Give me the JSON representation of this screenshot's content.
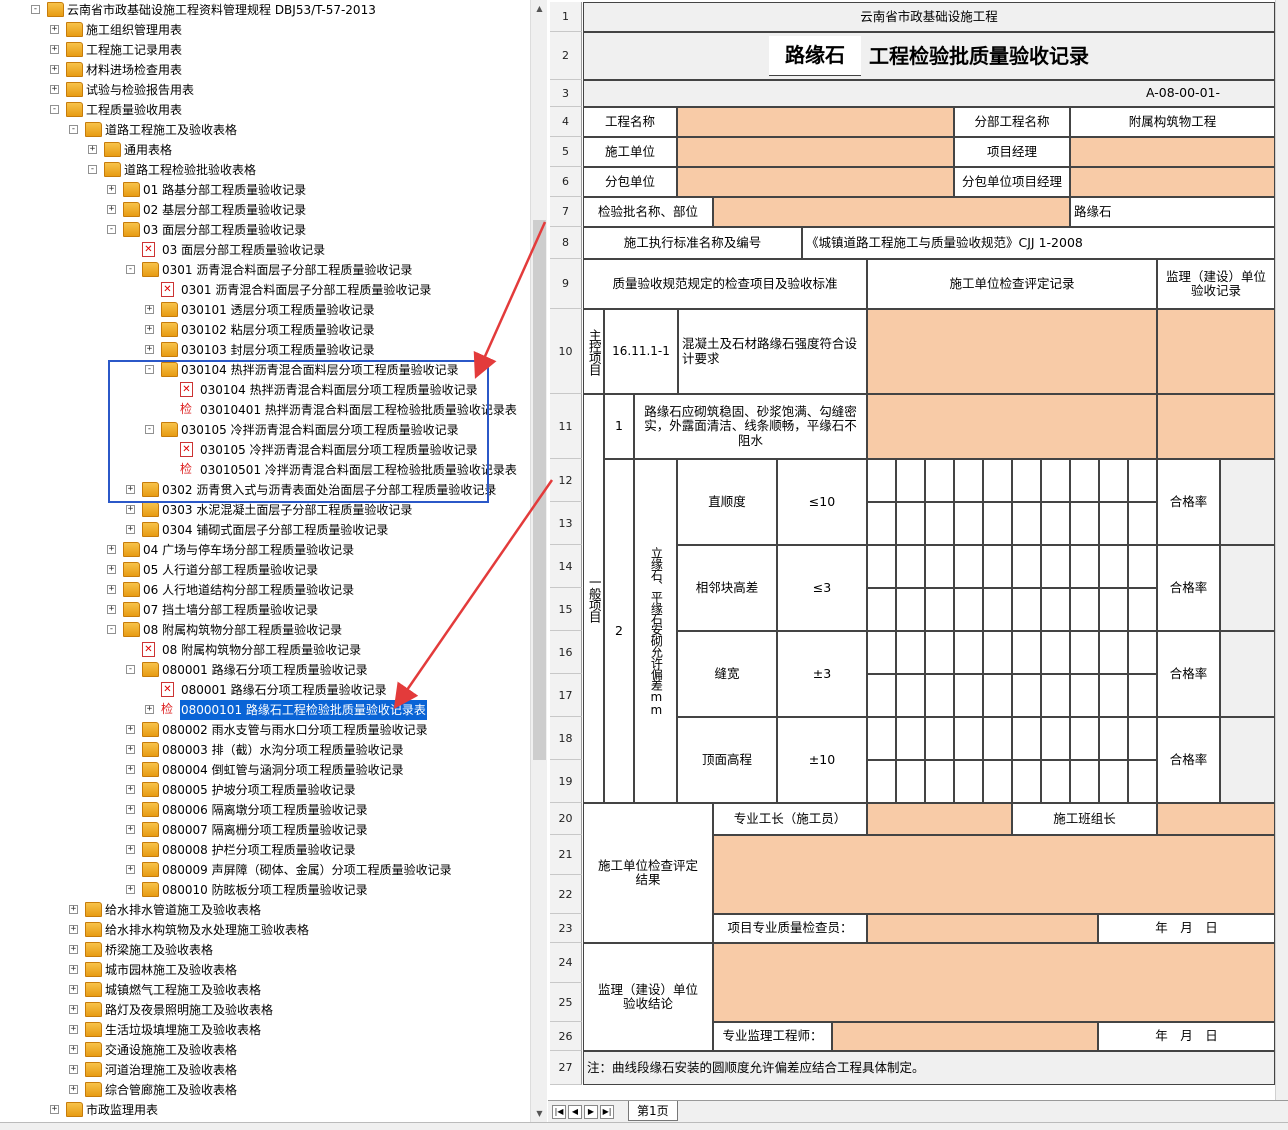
{
  "tree": [
    {
      "level": 0,
      "exp": "-",
      "icon": "folder",
      "label": "云南省市政基础设施工程资料管理规程 DBJ53/T-57-2013"
    },
    {
      "level": 1,
      "exp": "+",
      "icon": "folder",
      "label": "施工组织管理用表"
    },
    {
      "level": 1,
      "exp": "+",
      "icon": "folder",
      "label": "工程施工记录用表"
    },
    {
      "level": 1,
      "exp": "+",
      "icon": "folder",
      "label": "材料进场检查用表"
    },
    {
      "level": 1,
      "exp": "+",
      "icon": "folder",
      "label": "试验与检验报告用表"
    },
    {
      "level": 1,
      "exp": "-",
      "icon": "folder",
      "label": "工程质量验收用表"
    },
    {
      "level": 2,
      "exp": "-",
      "icon": "folder",
      "label": "道路工程施工及验收表格"
    },
    {
      "level": 3,
      "exp": "+",
      "icon": "folder",
      "label": "通用表格"
    },
    {
      "level": 3,
      "exp": "-",
      "icon": "folder",
      "label": "道路工程检验批验收表格"
    },
    {
      "level": 4,
      "exp": "+",
      "icon": "folder",
      "label": "01 路基分部工程质量验收记录"
    },
    {
      "level": 4,
      "exp": "+",
      "icon": "folder",
      "label": "02 基层分部工程质量验收记录"
    },
    {
      "level": 4,
      "exp": "-",
      "icon": "folder",
      "label": "03 面层分部工程质量验收记录"
    },
    {
      "level": 5,
      "exp": "",
      "icon": "pdf",
      "label": "03 面层分部工程质量验收记录"
    },
    {
      "level": 5,
      "exp": "-",
      "icon": "folder",
      "label": "0301 沥青混合料面层子分部工程质量验收记录"
    },
    {
      "level": 6,
      "exp": "",
      "icon": "pdf",
      "label": "0301 沥青混合料面层子分部工程质量验收记录"
    },
    {
      "level": 6,
      "exp": "+",
      "icon": "folder",
      "label": "030101 透层分项工程质量验收记录"
    },
    {
      "level": 6,
      "exp": "+",
      "icon": "folder",
      "label": "030102 粘层分项工程质量验收记录"
    },
    {
      "level": 6,
      "exp": "+",
      "icon": "folder",
      "label": "030103 封层分项工程质量验收记录"
    },
    {
      "level": 6,
      "exp": "-",
      "icon": "folder",
      "label": "030104 热拌沥青混合面料层分项工程质量验收记录"
    },
    {
      "level": 7,
      "exp": "",
      "icon": "pdf",
      "label": "030104 热拌沥青混合料面层分项工程质量验收记录"
    },
    {
      "level": 7,
      "exp": "",
      "icon": "chk",
      "label": "03010401 热拌沥青混合料面层工程检验批质量验收记录表"
    },
    {
      "level": 6,
      "exp": "-",
      "icon": "folder",
      "label": "030105 冷拌沥青混合料面层分项工程质量验收记录"
    },
    {
      "level": 7,
      "exp": "",
      "icon": "pdf",
      "label": "030105 冷拌沥青混合料面层分项工程质量验收记录"
    },
    {
      "level": 7,
      "exp": "",
      "icon": "chk",
      "label": "03010501 冷拌沥青混合料面层工程检验批质量验收记录表"
    },
    {
      "level": 5,
      "exp": "+",
      "icon": "folder",
      "label": "0302 沥青贯入式与沥青表面处治面层子分部工程质量验收记录"
    },
    {
      "level": 5,
      "exp": "+",
      "icon": "folder",
      "label": "0303 水泥混凝土面层子分部工程质量验收记录"
    },
    {
      "level": 5,
      "exp": "+",
      "icon": "folder",
      "label": "0304 铺砌式面层子分部工程质量验收记录"
    },
    {
      "level": 4,
      "exp": "+",
      "icon": "folder",
      "label": "04 广场与停车场分部工程质量验收记录"
    },
    {
      "level": 4,
      "exp": "+",
      "icon": "folder",
      "label": "05 人行道分部工程质量验收记录"
    },
    {
      "level": 4,
      "exp": "+",
      "icon": "folder",
      "label": "06 人行地道结构分部工程质量验收记录"
    },
    {
      "level": 4,
      "exp": "+",
      "icon": "folder",
      "label": "07 挡土墙分部工程质量验收记录"
    },
    {
      "level": 4,
      "exp": "-",
      "icon": "folder",
      "label": "08 附属构筑物分部工程质量验收记录"
    },
    {
      "level": 5,
      "exp": "",
      "icon": "pdf",
      "label": "08 附属构筑物分部工程质量验收记录"
    },
    {
      "level": 5,
      "exp": "-",
      "icon": "folder",
      "label": "080001 路缘石分项工程质量验收记录"
    },
    {
      "level": 6,
      "exp": "",
      "icon": "pdf",
      "label": "080001 路缘石分项工程质量验收记录"
    },
    {
      "level": 6,
      "exp": "+",
      "icon": "chk",
      "label": "08000101 路缘石工程检验批质量验收记录表",
      "selected": true
    },
    {
      "level": 5,
      "exp": "+",
      "icon": "folder",
      "label": "080002 雨水支管与雨水口分项工程质量验收记录"
    },
    {
      "level": 5,
      "exp": "+",
      "icon": "folder",
      "label": "080003 排（截）水沟分项工程质量验收记录"
    },
    {
      "level": 5,
      "exp": "+",
      "icon": "folder",
      "label": "080004 倒虹管与涵洞分项工程质量验收记录"
    },
    {
      "level": 5,
      "exp": "+",
      "icon": "folder",
      "label": "080005 护坡分项工程质量验收记录"
    },
    {
      "level": 5,
      "exp": "+",
      "icon": "folder",
      "label": "080006 隔离墩分项工程质量验收记录"
    },
    {
      "level": 5,
      "exp": "+",
      "icon": "folder",
      "label": "080007 隔离栅分项工程质量验收记录"
    },
    {
      "level": 5,
      "exp": "+",
      "icon": "folder",
      "label": "080008 护栏分项工程质量验收记录"
    },
    {
      "level": 5,
      "exp": "+",
      "icon": "folder",
      "label": "080009 声屏障（砌体、金属）分项工程质量验收记录"
    },
    {
      "level": 5,
      "exp": "+",
      "icon": "folder",
      "label": "080010 防眩板分项工程质量验收记录"
    },
    {
      "level": 2,
      "exp": "+",
      "icon": "folder",
      "label": "给水排水管道施工及验收表格"
    },
    {
      "level": 2,
      "exp": "+",
      "icon": "folder",
      "label": "给水排水构筑物及水处理施工验收表格"
    },
    {
      "level": 2,
      "exp": "+",
      "icon": "folder",
      "label": "桥梁施工及验收表格"
    },
    {
      "level": 2,
      "exp": "+",
      "icon": "folder",
      "label": "城市园林施工及验收表格"
    },
    {
      "level": 2,
      "exp": "+",
      "icon": "folder",
      "label": "城镇燃气工程施工及验收表格"
    },
    {
      "level": 2,
      "exp": "+",
      "icon": "folder",
      "label": "路灯及夜景照明施工及验收表格"
    },
    {
      "level": 2,
      "exp": "+",
      "icon": "folder",
      "label": "生活垃圾填埋施工及验收表格"
    },
    {
      "level": 2,
      "exp": "+",
      "icon": "folder",
      "label": "交通设施施工及验收表格"
    },
    {
      "level": 2,
      "exp": "+",
      "icon": "folder",
      "label": "河道治理施工及验收表格"
    },
    {
      "level": 2,
      "exp": "+",
      "icon": "folder",
      "label": "综合管廊施工及验收表格"
    },
    {
      "level": 1,
      "exp": "+",
      "icon": "folder",
      "label": "市政监理用表"
    }
  ],
  "icons": {
    "folder": "folder-icon",
    "pdf": "pdf-file-icon",
    "chk": "check-form-icon"
  },
  "row_headers": [
    "1",
    "2",
    "3",
    "4",
    "5",
    "6",
    "7",
    "8",
    "9",
    "10",
    "11",
    "12",
    "13",
    "14",
    "15",
    "16",
    "17",
    "18",
    "19",
    "20",
    "21",
    "22",
    "23",
    "24",
    "25",
    "26",
    "27"
  ],
  "form": {
    "org": "云南省市政基础设施工程",
    "title_a": "路缘石",
    "title_b": "工程检验批质量验收记录",
    "code": "A-08-00-01-",
    "proj_name": "工程名称",
    "sub_proj": "分部工程名称",
    "sub_proj_val": "附属构筑物工程",
    "contractor": "施工单位",
    "pm": "项目经理",
    "subcontractor": "分包单位",
    "sub_pm": "分包单位项目经理",
    "batch": "检验批名称、部位",
    "batch_val": "路缘石",
    "std_name": "施工执行标准名称及编号",
    "std_val": "《城镇道路工程施工与质量验收规范》CJJ 1-2008",
    "hdr_items": "质量验收规范规定的检查项目及验收标准",
    "hdr_check": "施工单位检查评定记录",
    "hdr_sup": "监理（建设）单位验收记录",
    "main_item": "主控项目",
    "main_code": "16.11.1-1",
    "main_desc": "混凝土及石材路缘石强度符合设计要求",
    "gen_item": "一般项目",
    "g1_no": "1",
    "g1_desc": "路缘石应砌筑稳固、砂浆饱满、勾缝密实，外露面清洁、线条顺畅，平缘石不阻水",
    "g2_no": "2",
    "g2_group": "立缘石、平缘石安砌允许偏差mm",
    "dev": [
      {
        "name": "直顺度",
        "limit": "≤10",
        "rate": "合格率"
      },
      {
        "name": "相邻块高差",
        "limit": "≤3",
        "rate": "合格率"
      },
      {
        "name": "缝宽",
        "limit": "±3",
        "rate": "合格率"
      },
      {
        "name": "顶面高程",
        "limit": "±10",
        "rate": "合格率"
      }
    ],
    "foreman": "专业工长（施工员）",
    "team_leader": "施工班组长",
    "con_result": "施工单位检查评定结果",
    "qc": "项目专业质量检查员：",
    "date": "年　月　日",
    "sup_result": "监理（建设）单位验收结论",
    "sup_eng": "专业监理工程师：",
    "note": "注：曲线段缘石安装的圆顺度允许偏差应结合工程具体制定。"
  },
  "sheet_tab": "第1页",
  "colors": {
    "input": "#f8cba7",
    "selection": "#0a64d6",
    "annotation": "#e33b3b",
    "highlight_box": "#2b58c8"
  }
}
